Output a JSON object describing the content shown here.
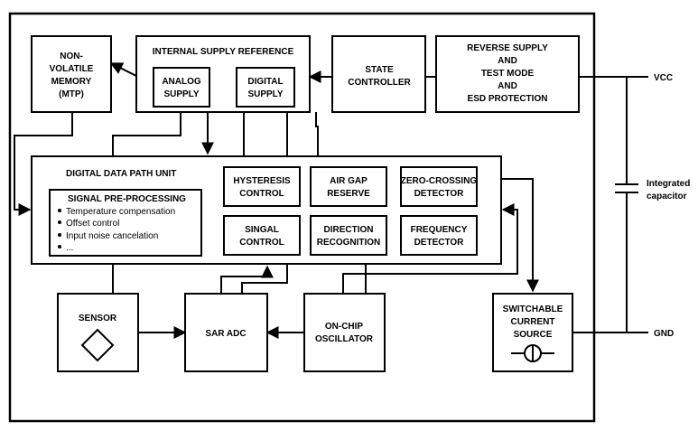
{
  "blocks": {
    "nvm": [
      "NON-",
      "VOLATILE",
      "MEMORY",
      "(MTP)"
    ],
    "isr": "INTERNAL SUPPLY REFERENCE",
    "analog": [
      "ANALOG",
      "SUPPLY"
    ],
    "digital": [
      "DIGITAL",
      "SUPPLY"
    ],
    "state": [
      "STATE",
      "CONTROLLER"
    ],
    "reverse": [
      "REVERSE SUPPLY",
      "AND",
      "TEST MODE",
      "AND",
      "ESD PROTECTION"
    ],
    "ddpu": "DIGITAL DATA PATH UNIT",
    "spp_title": "SIGNAL PRE-PROCESSING",
    "spp_items": [
      "Temperature compensation",
      "Offset control",
      "Input noise cancelation",
      "..."
    ],
    "hyst": [
      "HYSTERESIS",
      "CONTROL"
    ],
    "airgap": [
      "AIR GAP",
      "RESERVE"
    ],
    "zero": [
      "ZERO-CROSSING",
      "DETECTOR"
    ],
    "singal": [
      "SINGAL",
      "CONTROL"
    ],
    "direction": [
      "DIRECTION",
      "RECOGNITION"
    ],
    "frequency": [
      "FREQUENCY",
      "DETECTOR"
    ],
    "sensor": "SENSOR",
    "sar": "SAR ADC",
    "osc": [
      "ON-CHIP",
      "OSCILLATOR"
    ],
    "switchable": [
      "SWITCHABLE",
      "CURRENT",
      "SOURCE"
    ]
  },
  "external": {
    "vcc": "VCC",
    "gnd": "GND",
    "capacitor": [
      "Integrated",
      "capacitor"
    ]
  }
}
